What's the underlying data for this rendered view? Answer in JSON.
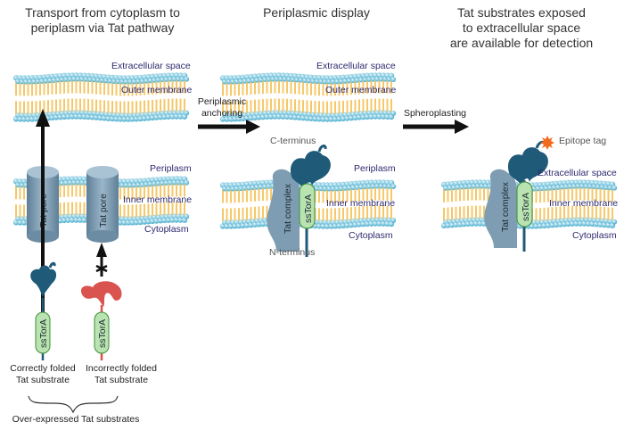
{
  "panels": [
    {
      "title": "Transport from cytoplasm to\nperiplasm via Tat pathway",
      "outer_membrane": {
        "top_label": "Extracellular space",
        "label": "Outer membrane"
      },
      "inner_membrane": {
        "top_label": "Periplasm",
        "label": "Inner membrane",
        "bottom_label": "Cytoplasm"
      },
      "pores": [
        "Tat pore",
        "Tat pore"
      ],
      "substrates": [
        {
          "tag": "ssTorA",
          "label": "Correctly folded\nTat substrate",
          "color": "#1f5a78",
          "transport": "passes"
        },
        {
          "tag": "ssTorA",
          "label": "Incorrectly folded\nTat substrate",
          "color": "#d9534f",
          "transport": "blocked"
        }
      ],
      "group_label": "Over-expressed Tat substrates"
    },
    {
      "title": "Periplasmic display",
      "outer_membrane": {
        "top_label": "Extracellular space",
        "label": "Outer membrane"
      },
      "inner_membrane": {
        "top_label": "Periplasm",
        "label": "Inner membrane",
        "bottom_label": "Cytoplasm"
      },
      "complex_label": "Tat complex",
      "tag": "ssTorA",
      "c_terminus": "C-terminus",
      "n_terminus": "N-terminus"
    },
    {
      "title": "Tat substrates exposed\nto extracellular space\nare available for detection",
      "inner_membrane": {
        "top_label": "Extracellular space",
        "label": "Inner membrane",
        "bottom_label": "Cytoplasm"
      },
      "complex_label": "Tat complex",
      "tag": "ssTorA",
      "epitope_label": "Epitope tag"
    }
  ],
  "steps": [
    {
      "label": "Periplasmic\nanchoring"
    },
    {
      "label": "Spheroplasting"
    }
  ],
  "colors": {
    "lipid_head": "#8fd3e8",
    "lipid_tail": "#f5c86a",
    "protein": "#1f5a78",
    "misfolded": "#d9534f",
    "pore": "#7e9db3",
    "tag_fill": "#b9e3b0",
    "tag_stroke": "#3f8f3a",
    "label_navy": "#2e2a6e",
    "epitope": "#f26b1d"
  }
}
